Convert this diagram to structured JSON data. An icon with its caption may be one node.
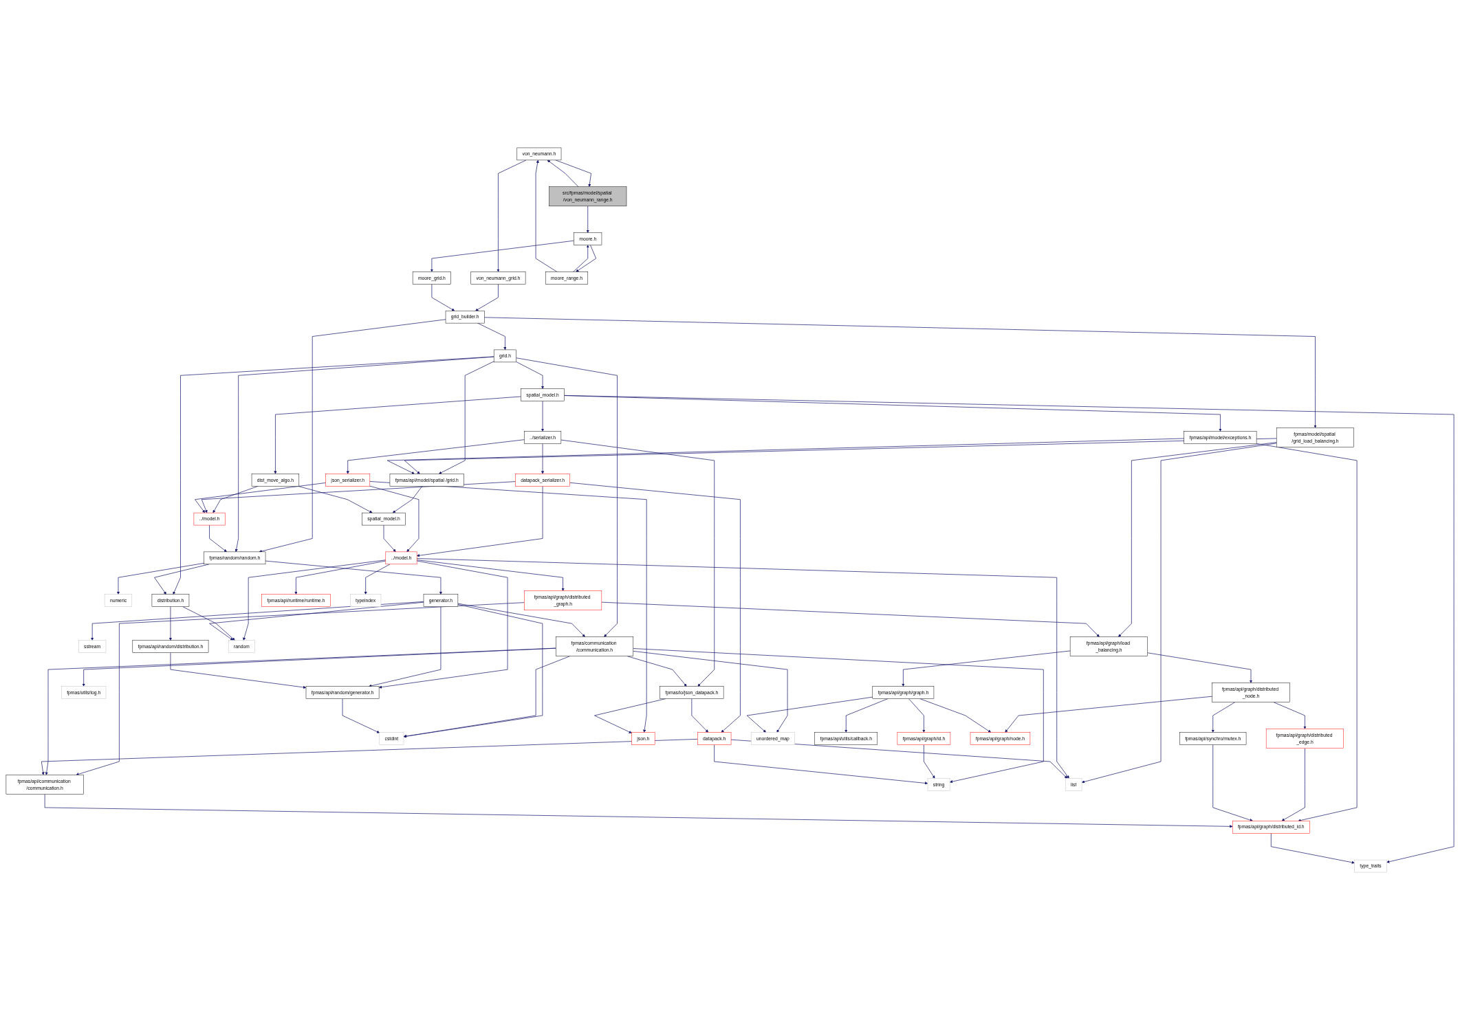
{
  "diagram": {
    "nodes": [
      {
        "text": [
          "src/fpmas/model/spatial /von_neumann_range.h"
        ]
      },
      {
        "text": [
          "moore.h"
        ]
      },
      {
        "text": [
          "moore_range.h"
        ]
      },
      {
        "text": [
          "von_neumann.h"
        ]
      },
      {
        "text": [
          "moore_grid.h"
        ]
      },
      {
        "text": [
          "von_neumann_grid.h"
        ]
      },
      {
        "text": [
          "grid_builder.h"
        ]
      },
      {
        "text": [
          "grid.h"
        ]
      },
      {
        "text": [
          "spatial_model.h"
        ]
      },
      {
        "text": [
          "fpmas/model/spatial /grid_load_balancing.h"
        ]
      },
      {
        "text": [
          "fpmas/api/model/exceptions.h"
        ]
      },
      {
        "text": [
          "../serializer.h"
        ]
      },
      {
        "text": [
          "fpmas/api/model/spatial /grid.h"
        ]
      },
      {
        "text": [
          "dist_move_algo.h"
        ]
      },
      {
        "text": [
          "datapack_serializer.h"
        ]
      },
      {
        "text": [
          "json_serializer.h"
        ]
      },
      {
        "text": [
          "spatial_model.h"
        ]
      },
      {
        "text": [
          "../model.h"
        ]
      },
      {
        "text": [
          "../model.h"
        ]
      },
      {
        "text": [
          "fpmas/random/random.h"
        ]
      },
      {
        "text": [
          "fpmas/api/graph/distributed _graph.h"
        ]
      },
      {
        "text": [
          "typeindex"
        ]
      },
      {
        "text": [
          "fpmas/api/runtime/runtime.h"
        ]
      },
      {
        "text": [
          "distribution.h"
        ]
      },
      {
        "text": [
          "generator.h"
        ]
      },
      {
        "text": [
          "numeric"
        ]
      },
      {
        "text": [
          "fpmas/api/graph/load _balancing.h"
        ]
      },
      {
        "text": [
          "random"
        ]
      },
      {
        "text": [
          "fpmas/communication /communication.h"
        ]
      },
      {
        "text": [
          "fpmas/api/random/distribution.h"
        ]
      },
      {
        "text": [
          "sstream"
        ]
      },
      {
        "text": [
          "fpmas/api/graph/distributed _node.h"
        ]
      },
      {
        "text": [
          "fpmas/api/graph/graph.h"
        ]
      },
      {
        "text": [
          "fpmas/io/json_datapack.h"
        ]
      },
      {
        "text": [
          "fpmas/utils/log.h"
        ]
      },
      {
        "text": [
          "fpmas/api/random/generator.h"
        ]
      },
      {
        "text": [
          "fpmas/api/graph/node.h"
        ]
      },
      {
        "text": [
          "fpmas/api/graph/id.h"
        ]
      },
      {
        "text": [
          "fpmas/api/utils/callback.h"
        ]
      },
      {
        "text": [
          "unordered_map"
        ]
      },
      {
        "text": [
          "datapack.h"
        ]
      },
      {
        "text": [
          "json.h"
        ]
      },
      {
        "text": [
          "cstdint"
        ]
      },
      {
        "text": [
          "fpmas/api/graph/distributed _edge.h"
        ]
      },
      {
        "text": [
          "fpmas/api/synchro/mutex.h"
        ]
      },
      {
        "text": [
          "list"
        ]
      },
      {
        "text": [
          "string"
        ]
      },
      {
        "text": [
          "fpmas/api/communication /communication.h"
        ]
      },
      {
        "text": [
          "fpmas/api/graph/distributed_id.h"
        ]
      },
      {
        "text": [
          "type_traits"
        ]
      }
    ],
    "edges": [
      {
        "from": 0,
        "to": 1,
        "arrow": "to"
      },
      {
        "from": 0,
        "to": 3,
        "arrow": "to"
      },
      {
        "from": 3,
        "to": 0,
        "arrow": "to"
      },
      {
        "from": 1,
        "to": 2,
        "arrow": "to"
      },
      {
        "from": 2,
        "to": 1,
        "arrow": "to"
      },
      {
        "from": 1,
        "to": 4,
        "arrow": "to"
      },
      {
        "from": 2,
        "to": 3,
        "arrow": "to"
      },
      {
        "from": 3,
        "to": 5,
        "arrow": "to"
      },
      {
        "from": 5,
        "to": 6,
        "arrow": "to"
      },
      {
        "from": 4,
        "to": 6,
        "arrow": "to"
      },
      {
        "from": 6,
        "to": 7,
        "arrow": "to"
      },
      {
        "from": 6,
        "to": 9,
        "arrow": "to"
      },
      {
        "from": 6,
        "to": 19,
        "arrow": "to"
      },
      {
        "from": 7,
        "to": 8,
        "arrow": "to"
      },
      {
        "from": 7,
        "to": 12,
        "arrow": "to"
      },
      {
        "from": 7,
        "to": 28,
        "arrow": "to"
      },
      {
        "from": 7,
        "to": 23,
        "arrow": "to"
      },
      {
        "from": 7,
        "to": 19,
        "arrow": "to"
      },
      {
        "from": 8,
        "to": 49,
        "arrow": "to"
      },
      {
        "from": 8,
        "to": 10,
        "arrow": "to"
      },
      {
        "from": 8,
        "to": 13,
        "arrow": "to"
      },
      {
        "from": 8,
        "to": 11,
        "arrow": "to"
      },
      {
        "from": 9,
        "to": 12,
        "arrow": "to"
      },
      {
        "from": 9,
        "to": 26,
        "arrow": "to"
      },
      {
        "from": 9,
        "to": 45,
        "arrow": "to"
      },
      {
        "from": 10,
        "to": 12,
        "arrow": "to"
      },
      {
        "from": 10,
        "to": 48,
        "arrow": "to"
      },
      {
        "from": 11,
        "to": 14,
        "arrow": "to"
      },
      {
        "from": 11,
        "to": 15,
        "arrow": "to"
      },
      {
        "from": 11,
        "to": 33,
        "arrow": "to"
      },
      {
        "from": 12,
        "to": 16,
        "arrow": "to"
      },
      {
        "from": 13,
        "to": 16,
        "arrow": "to"
      },
      {
        "from": 13,
        "to": 17,
        "arrow": "to"
      },
      {
        "from": 14,
        "to": 17,
        "arrow": "to"
      },
      {
        "from": 14,
        "to": 18,
        "arrow": "to"
      },
      {
        "from": 14,
        "to": 40,
        "arrow": "to"
      },
      {
        "from": 15,
        "to": 17,
        "arrow": "to"
      },
      {
        "from": 15,
        "to": 18,
        "arrow": "to"
      },
      {
        "from": 15,
        "to": 41,
        "arrow": "to"
      },
      {
        "from": 16,
        "to": 18,
        "arrow": "to"
      },
      {
        "from": 17,
        "to": 19,
        "arrow": "to"
      },
      {
        "from": 18,
        "to": 45,
        "arrow": "to"
      },
      {
        "from": 18,
        "to": 20,
        "arrow": "to"
      },
      {
        "from": 18,
        "to": 21,
        "arrow": "to"
      },
      {
        "from": 18,
        "to": 22,
        "arrow": "to"
      },
      {
        "from": 18,
        "to": 27,
        "arrow": "to"
      },
      {
        "from": 18,
        "to": 35,
        "arrow": "to"
      },
      {
        "from": 19,
        "to": 23,
        "arrow": "to"
      },
      {
        "from": 19,
        "to": 24,
        "arrow": "to"
      },
      {
        "from": 19,
        "to": 25,
        "arrow": "to"
      },
      {
        "from": 20,
        "to": 26,
        "arrow": "to"
      },
      {
        "from": 20,
        "to": 47,
        "arrow": "to"
      },
      {
        "from": 23,
        "to": 27,
        "arrow": "to"
      },
      {
        "from": 23,
        "to": 29,
        "arrow": "to"
      },
      {
        "from": 24,
        "to": 28,
        "arrow": "to"
      },
      {
        "from": 24,
        "to": 27,
        "arrow": "to"
      },
      {
        "from": 24,
        "to": 35,
        "arrow": "to"
      },
      {
        "from": 24,
        "to": 42,
        "arrow": "to"
      },
      {
        "from": 24,
        "to": 30,
        "arrow": "to"
      },
      {
        "from": 26,
        "to": 31,
        "arrow": "to"
      },
      {
        "from": 26,
        "to": 32,
        "arrow": "to"
      },
      {
        "from": 28,
        "to": 39,
        "arrow": "to"
      },
      {
        "from": 28,
        "to": 33,
        "arrow": "to"
      },
      {
        "from": 28,
        "to": 34,
        "arrow": "to"
      },
      {
        "from": 28,
        "to": 46,
        "arrow": "to"
      },
      {
        "from": 28,
        "to": 47,
        "arrow": "to"
      },
      {
        "from": 28,
        "to": 42,
        "arrow": "to"
      },
      {
        "from": 29,
        "to": 35,
        "arrow": "to"
      },
      {
        "from": 31,
        "to": 36,
        "arrow": "to"
      },
      {
        "from": 31,
        "to": 43,
        "arrow": "to"
      },
      {
        "from": 31,
        "to": 44,
        "arrow": "to"
      },
      {
        "from": 32,
        "to": 36,
        "arrow": "to"
      },
      {
        "from": 32,
        "to": 37,
        "arrow": "to"
      },
      {
        "from": 32,
        "to": 38,
        "arrow": "to"
      },
      {
        "from": 32,
        "to": 39,
        "arrow": "to"
      },
      {
        "from": 33,
        "to": 40,
        "arrow": "to"
      },
      {
        "from": 33,
        "to": 41,
        "arrow": "to"
      },
      {
        "from": 35,
        "to": 42,
        "arrow": "to"
      },
      {
        "from": 37,
        "to": 46,
        "arrow": "to"
      },
      {
        "from": 40,
        "to": 45,
        "arrow": "to"
      },
      {
        "from": 40,
        "to": 46,
        "arrow": "to"
      },
      {
        "from": 40,
        "to": 47,
        "arrow": "to"
      },
      {
        "from": 43,
        "to": 48,
        "arrow": "to"
      },
      {
        "from": 44,
        "to": 48,
        "arrow": "to"
      },
      {
        "from": 47,
        "to": 48,
        "arrow": "to"
      },
      {
        "from": 48,
        "to": 49,
        "arrow": "to"
      }
    ]
  }
}
